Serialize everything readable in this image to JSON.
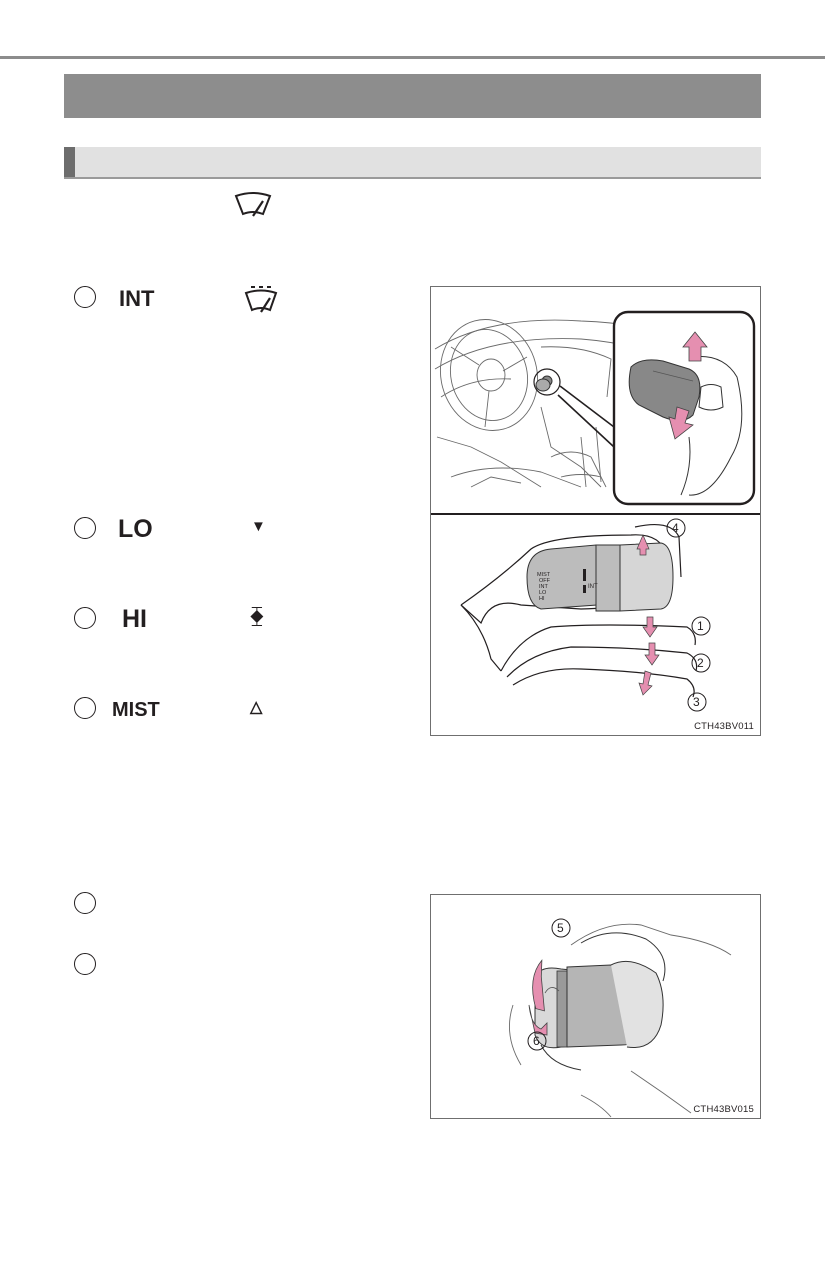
{
  "modes": [
    {
      "label": "INT",
      "symbol": "wiper-intermittent-icon"
    },
    {
      "label": "LO",
      "symbol": "▼"
    },
    {
      "label": "HI",
      "symbol": "⧱"
    },
    {
      "label": "MIST",
      "symbol": "△"
    }
  ],
  "figure1": {
    "code": "CTH43BV011",
    "callouts": [
      "1",
      "2",
      "3",
      "4"
    ],
    "lever_labels": [
      "MIST",
      "OFF",
      "INT",
      "LO",
      "HI"
    ],
    "ring_label": "INT"
  },
  "figure2": {
    "code": "CTH43BV015",
    "callouts": [
      "5",
      "6"
    ]
  },
  "colors": {
    "section_bar": "#8d8d8d",
    "sub_bar": "#e1e1e1",
    "arrow_pink": "#e58fb0"
  }
}
